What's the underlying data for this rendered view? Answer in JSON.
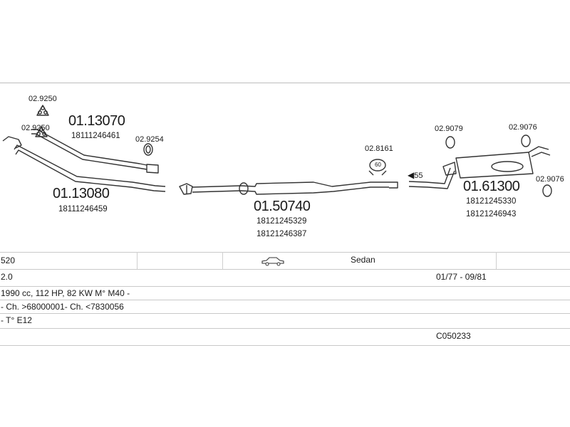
{
  "diagram": {
    "parts": [
      {
        "code": "02.9250"
      },
      {
        "code": "02.9250"
      },
      {
        "code": "01.13070",
        "oem": [
          "18111246461"
        ]
      },
      {
        "code": "02.9254"
      },
      {
        "code": "01.13080",
        "oem": [
          "18111246459"
        ]
      },
      {
        "code": "02.8161"
      },
      {
        "code": "01.50740",
        "oem": [
          "18121245329",
          "18121246387"
        ]
      },
      {
        "code": "02.9079"
      },
      {
        "code": "02.9076"
      },
      {
        "code": "02.9076"
      },
      {
        "code": "01.61300",
        "oem": [
          "18121245330",
          "18121246943"
        ]
      },
      {
        "code": "55"
      }
    ],
    "marks": {
      "clamp_label": "60"
    }
  },
  "vehicle_table": {
    "model": "520",
    "body_type": "Sedan",
    "engine_size": "2.0",
    "production_period": "01/77 - 09/81",
    "engine_details": "1990 cc, 112 HP, 82 KW M° M40 -",
    "chassis_range": "- Ch. >68000001- Ch. <7830056",
    "type_code": "- T° E12",
    "catalogue_code": "C050233"
  },
  "icons": {
    "body_icon": "sedan-car-icon"
  }
}
